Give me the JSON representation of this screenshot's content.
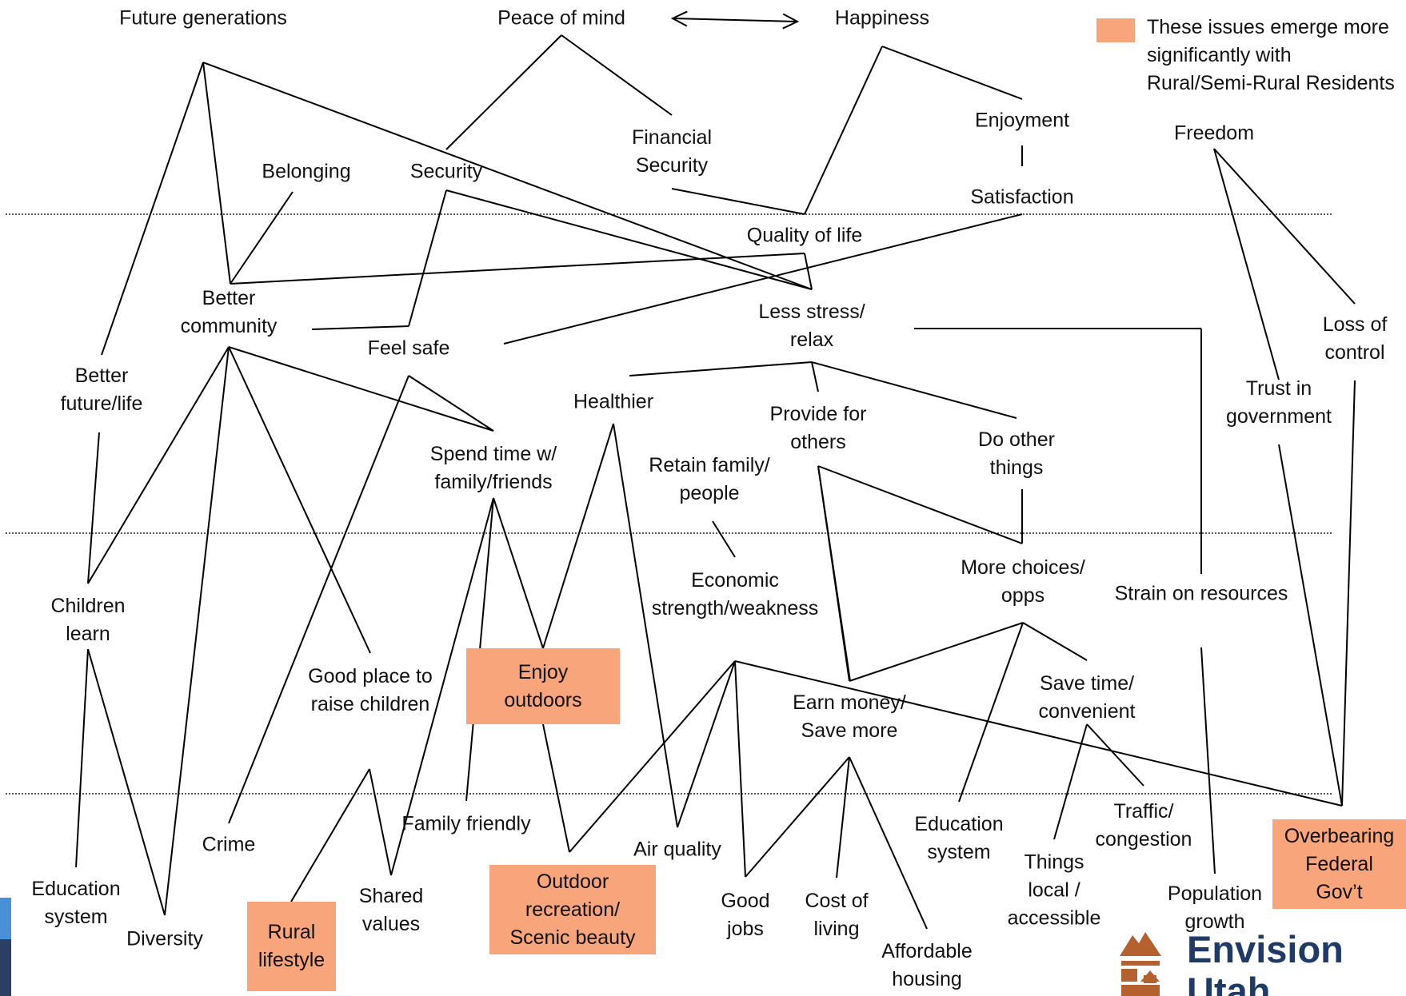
{
  "colors": {
    "highlight": "#F8A57C",
    "line": "#000000",
    "brand": "#1E3A66",
    "logo_accent": "#B5602F",
    "side_blue": "#4A90D9",
    "side_navy": "#2B3F62"
  },
  "legend": {
    "text": "These issues emerge more\nsignificantly with\nRural/Semi-Rural Residents"
  },
  "nodes": {
    "future_generations": "Future generations",
    "peace_of_mind": "Peace of mind",
    "happiness": "Happiness",
    "enjoyment": "Enjoyment",
    "freedom": "Freedom",
    "financial_security": "Financial\nSecurity",
    "belonging": "Belonging",
    "security": "Security",
    "satisfaction": "Satisfaction",
    "quality_of_life": "Quality of life",
    "better_community": "Better\ncommunity",
    "less_stress": "Less stress/\nrelax",
    "loss_of_control": "Loss of\ncontrol",
    "feel_safe": "Feel safe",
    "better_future": "Better\nfuture/life",
    "trust_in_government": "Trust in\ngovernment",
    "healthier": "Healthier",
    "provide_for_others": "Provide for\nothers",
    "do_other_things": "Do other\nthings",
    "spend_time": "Spend time w/\nfamily/friends",
    "retain_family": "Retain family/\npeople",
    "economic_strength": "Economic\nstrength/weakness",
    "more_choices": "More choices/\nopps",
    "strain_on_resources": "Strain on resources",
    "children_learn": "Children\nlearn",
    "good_place": "Good place to\nraise children",
    "earn_money": "Earn money/\nSave more",
    "save_time": "Save time/\nconvenient",
    "family_friendly": "Family friendly",
    "traffic": "Traffic/\ncongestion",
    "crime": "Crime",
    "air_quality": "Air quality",
    "education_system_mid": "Education\nsystem",
    "things_local": "Things\nlocal /\naccessible",
    "education_system_left": "Education\nsystem",
    "shared_values": "Shared\nvalues",
    "good_jobs": "Good\njobs",
    "cost_of_living": "Cost of\nliving",
    "population_growth": "Population\ngrowth",
    "diversity": "Diversity",
    "affordable_housing": "Affordable\nhousing"
  },
  "highlighted": {
    "enjoy_outdoors": "Enjoy\noutdoors",
    "outdoor_recreation": "Outdoor\nrecreation/\nScenic beauty",
    "rural_lifestyle": "Rural\nlifestyle",
    "overbearing_federal": "Overbearing\nFederal\nGov’t"
  },
  "logo": {
    "text": "Envision\nUtah",
    "icon": "mountain-emblem-icon"
  },
  "connections": [
    [
      "peace_of_mind",
      "happiness",
      "double-arrow"
    ],
    [
      "future_generations",
      "better_community"
    ],
    [
      "future_generations",
      "better_future"
    ],
    [
      "future_generations",
      "security"
    ],
    [
      "peace_of_mind",
      "security"
    ],
    [
      "peace_of_mind",
      "financial_security"
    ],
    [
      "happiness",
      "enjoyment"
    ],
    [
      "happiness",
      "quality_of_life"
    ],
    [
      "enjoyment",
      "satisfaction"
    ],
    [
      "financial_security",
      "quality_of_life"
    ],
    [
      "belonging",
      "better_community"
    ],
    [
      "security",
      "feel_safe"
    ],
    [
      "security",
      "less_stress"
    ],
    [
      "satisfaction",
      "feel_safe"
    ],
    [
      "quality_of_life",
      "better_community"
    ],
    [
      "quality_of_life",
      "less_stress"
    ],
    [
      "freedom",
      "trust_in_government"
    ],
    [
      "freedom",
      "loss_of_control"
    ],
    [
      "better_community",
      "feel_safe"
    ],
    [
      "better_community",
      "spend_time"
    ],
    [
      "better_community",
      "children_learn"
    ],
    [
      "better_community",
      "good_place"
    ],
    [
      "better_community",
      "diversity"
    ],
    [
      "less_stress",
      "healthier"
    ],
    [
      "less_stress",
      "provide_for_others"
    ],
    [
      "less_stress",
      "do_other_things"
    ],
    [
      "less_stress",
      "strain_on_resources"
    ],
    [
      "feel_safe",
      "spend_time"
    ],
    [
      "feel_safe",
      "crime"
    ],
    [
      "better_future",
      "children_learn"
    ],
    [
      "healthier",
      "enjoy_outdoors"
    ],
    [
      "healthier",
      "air_quality"
    ],
    [
      "spend_time",
      "enjoy_outdoors"
    ],
    [
      "spend_time",
      "family_friendly"
    ],
    [
      "spend_time",
      "shared_values"
    ],
    [
      "provide_for_others",
      "more_choices"
    ],
    [
      "provide_for_others",
      "earn_money"
    ],
    [
      "do_other_things",
      "more_choices"
    ],
    [
      "retain_family",
      "economic_strength"
    ],
    [
      "more_choices",
      "earn_money"
    ],
    [
      "more_choices",
      "save_time"
    ],
    [
      "more_choices",
      "education_system_mid"
    ],
    [
      "trust_in_government",
      "overbearing_federal"
    ],
    [
      "loss_of_control",
      "overbearing_federal"
    ],
    [
      "strain_on_resources",
      "population_growth"
    ],
    [
      "children_learn",
      "education_system_left"
    ],
    [
      "children_learn",
      "diversity"
    ],
    [
      "enjoy_outdoors",
      "outdoor_recreation"
    ],
    [
      "economic_strength",
      "overbearing_federal"
    ],
    [
      "economic_strength",
      "outdoor_recreation"
    ],
    [
      "economic_strength",
      "air_quality"
    ],
    [
      "economic_strength",
      "good_jobs"
    ],
    [
      "earn_money",
      "good_jobs"
    ],
    [
      "earn_money",
      "cost_of_living"
    ],
    [
      "earn_money",
      "affordable_housing"
    ],
    [
      "save_time",
      "things_local"
    ],
    [
      "save_time",
      "traffic"
    ],
    [
      "shared_values",
      "rural_lifestyle"
    ]
  ]
}
